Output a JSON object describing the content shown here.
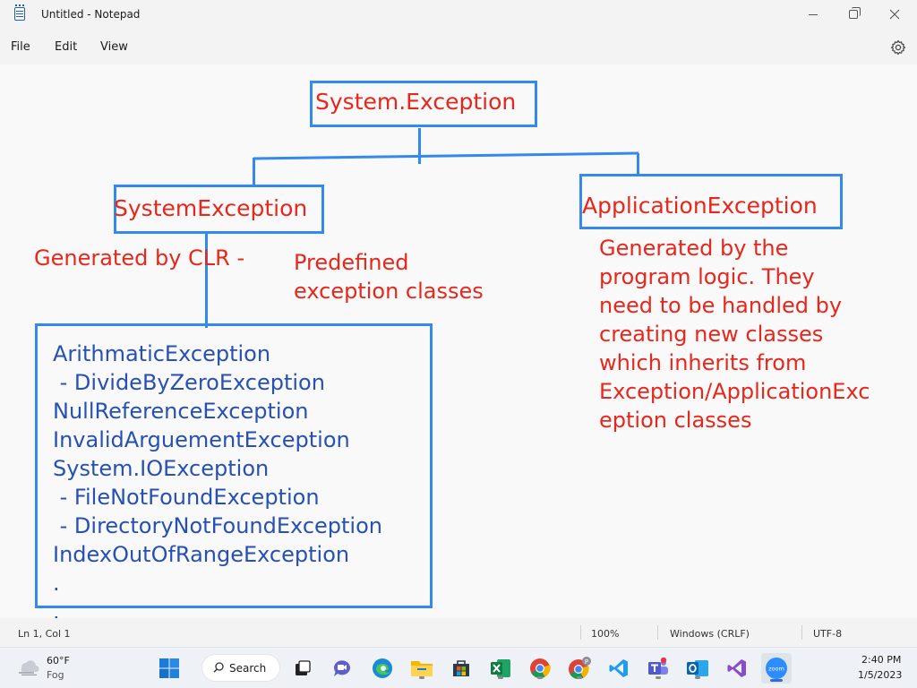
{
  "window": {
    "title": "Untitled - Notepad"
  },
  "menu": {
    "file": "File",
    "edit": "Edit",
    "view": "View"
  },
  "diagram": {
    "root": "System.Exception",
    "left_node": "SystemException",
    "right_node": "ApplicationException",
    "clr_note": "Generated by CLR -",
    "predefined_note_line1": "Predefined",
    "predefined_note_line2": "exception classes",
    "exceptions_list": "ArithmaticException\n - DivideByZeroException\nNullReferenceException\nInvalidArguementException\nSystem.IOException\n - FileNotFoundException\n - DirectoryNotFoundException\nIndexOutOfRangeException\n.\n.\netc....",
    "app_description": "Generated by the\nprogram logic. They\nneed to be handled by\ncreating new classes\nwhich inherits from\nException/ApplicationExc\neption classes",
    "colors": {
      "box_stroke": "#3389ec",
      "red_text": "#e8271c",
      "blue_text": "#2750b5"
    }
  },
  "status": {
    "position": "Ln 1, Col 1",
    "zoom": "100%",
    "line_ending": "Windows (CRLF)",
    "encoding": "UTF-8"
  },
  "taskbar": {
    "weather_temp": "60°F",
    "weather_condition": "Fog",
    "search_label": "Search",
    "time": "2:40 PM",
    "date": "1/5/2023",
    "apps": [
      "start-icon",
      "task-view-icon",
      "chat-icon",
      "edge-icon",
      "file-explorer-icon",
      "store-icon",
      "excel-icon",
      "chrome-icon",
      "chrome-profile-icon",
      "vscode-icon",
      "teams-icon",
      "outlook-icon",
      "visual-studio-icon",
      "zoom-icon"
    ]
  }
}
